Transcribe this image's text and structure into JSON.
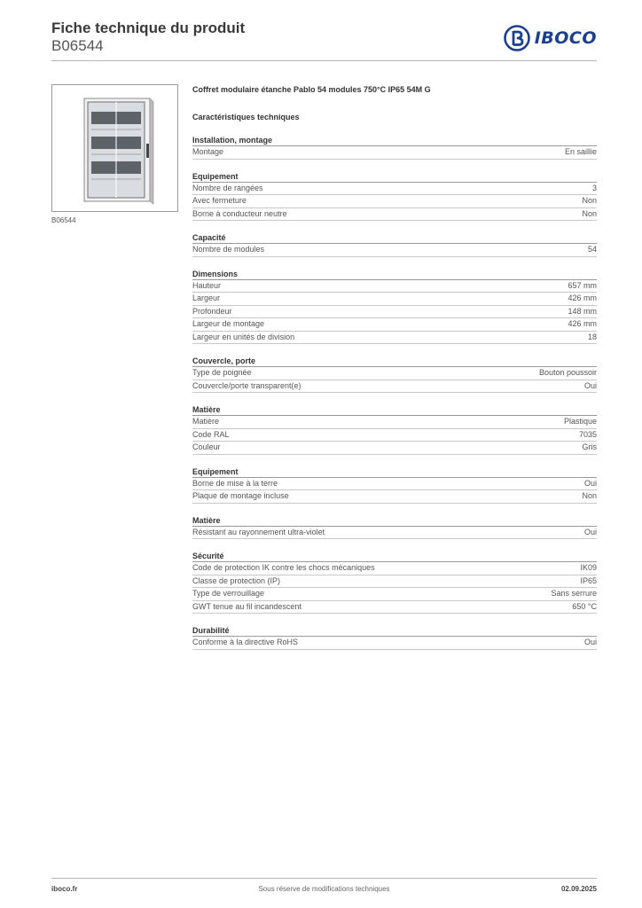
{
  "header": {
    "title": "Fiche technique du produit",
    "code": "B06544",
    "brand": "IBOCO",
    "brand_color": "#1d3f8f"
  },
  "product": {
    "image_caption": "B06544",
    "title": "Coffret modulaire étanche Pablo 54 modules 750°C IP65 54M G",
    "spec_heading": "Caractéristiques techniques"
  },
  "groups": [
    {
      "title": "Installation, montage",
      "rows": [
        {
          "label": "Montage",
          "value": "En saillie"
        }
      ]
    },
    {
      "title": "Equipement",
      "rows": [
        {
          "label": "Nombre de rangées",
          "value": "3"
        },
        {
          "label": "Avec fermeture",
          "value": "Non"
        },
        {
          "label": "Borne à conducteur neutre",
          "value": "Non"
        }
      ]
    },
    {
      "title": "Capacité",
      "rows": [
        {
          "label": "Nombre de modules",
          "value": "54"
        }
      ]
    },
    {
      "title": "Dimensions",
      "rows": [
        {
          "label": "Hauteur",
          "value": "657 mm"
        },
        {
          "label": "Largeur",
          "value": "426 mm"
        },
        {
          "label": "Profondeur",
          "value": "148 mm"
        },
        {
          "label": "Largeur de montage",
          "value": "426 mm"
        },
        {
          "label": "Largeur en unités de division",
          "value": "18"
        }
      ]
    },
    {
      "title": "Couvercle, porte",
      "rows": [
        {
          "label": "Type de poignée",
          "value": "Bouton poussoir"
        },
        {
          "label": "Couvercle/porte transparent(e)",
          "value": "Oui"
        }
      ]
    },
    {
      "title": "Matière",
      "rows": [
        {
          "label": "Matière",
          "value": "Plastique"
        },
        {
          "label": "Code RAL",
          "value": "7035"
        },
        {
          "label": "Couleur",
          "value": "Gris"
        }
      ]
    },
    {
      "title": "Equipement",
      "rows": [
        {
          "label": "Borne de mise à la terre",
          "value": "Oui"
        },
        {
          "label": "Plaque de montage incluse",
          "value": "Non"
        }
      ]
    },
    {
      "title": "Matière",
      "rows": [
        {
          "label": "Résistant au rayonnement ultra-violet",
          "value": "Oui"
        }
      ]
    },
    {
      "title": "Sécurité",
      "rows": [
        {
          "label": "Code de protection IK contre les chocs mécaniques",
          "value": "IK09"
        },
        {
          "label": "Classe de protection (IP)",
          "value": "IP65"
        },
        {
          "label": "Type de verrouillage",
          "value": "Sans serrure"
        },
        {
          "label": "GWT tenue au fil incandescent",
          "value": "650 °C"
        }
      ]
    },
    {
      "title": "Durabilité",
      "rows": [
        {
          "label": "Conforme à la directive RoHS",
          "value": "Oui"
        }
      ]
    }
  ],
  "footer": {
    "website": "iboco.fr",
    "notice": "Sous réserve de modifications techniques",
    "date": "02.09.2025"
  }
}
